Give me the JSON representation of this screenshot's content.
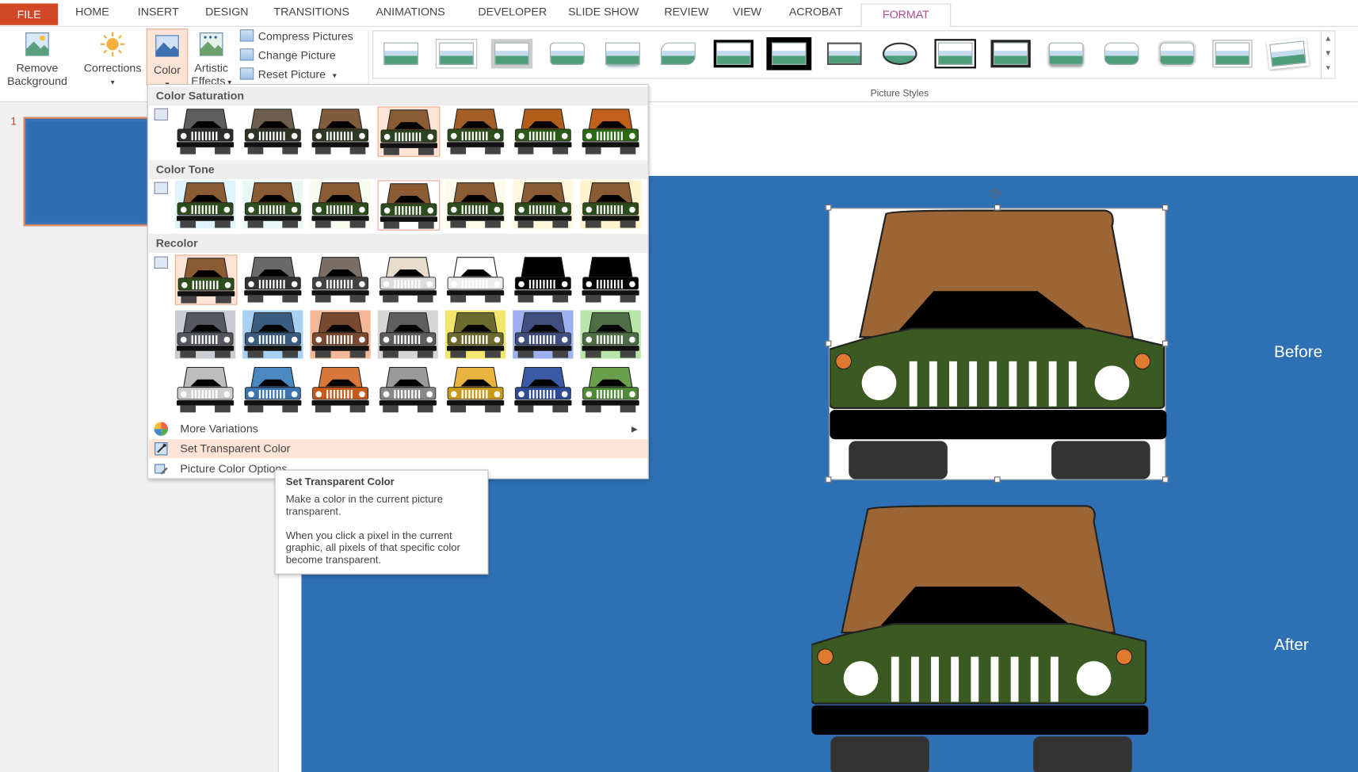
{
  "tabs": {
    "file": "FILE",
    "items": [
      "HOME",
      "INSERT",
      "DESIGN",
      "TRANSITIONS",
      "ANIMATIONS",
      "DEVELOPER",
      "SLIDE SHOW",
      "REVIEW",
      "VIEW",
      "ACROBAT"
    ],
    "active": "FORMAT"
  },
  "ribbon": {
    "remove_background": [
      "Remove",
      "Background"
    ],
    "corrections": "Corrections",
    "color": "Color",
    "artistic_effects": [
      "Artistic",
      "Effects"
    ],
    "compress_pictures": "Compress Pictures",
    "change_picture": "Change Picture",
    "reset_picture": "Reset Picture",
    "picture_styles_label": "Picture Styles"
  },
  "thumbnails": {
    "slide_number": "1"
  },
  "color_menu": {
    "color_saturation": "Color Saturation",
    "color_tone": "Color Tone",
    "recolor": "Recolor",
    "more_variations": "More Variations",
    "set_transparent_color": "Set Transparent Color",
    "picture_color_options": "Picture Color Options...",
    "saturation_bodies": [
      "#5e5e5e",
      "#6e5e4e",
      "#7e5c3c",
      "#8b5c33",
      "#a45d24",
      "#b35f1c",
      "#c0601a"
    ],
    "saturation_grilles": [
      "#2c2c2c",
      "#2d3326",
      "#2f3a26",
      "#2e4421",
      "#2d4d1d",
      "#2d5a1a",
      "#2d6a17"
    ],
    "tone_backgrounds": [
      "#dff4fb",
      "#eaf8f5",
      "#f5fbee",
      "#ffffff",
      "#fdfbe9",
      "#fff8dc",
      "#fff3cc"
    ],
    "recolor_row1": [
      "#8b5c33",
      "#6a6a6a",
      "#7a6e65",
      "#e8dccd",
      "#ffffff",
      "#000000",
      "#000000"
    ],
    "recolor_row2_bodies": [
      "#55585e",
      "#3a5c80",
      "#7a4a30",
      "#5e5e5e",
      "#6c6a2c",
      "#3f4f80",
      "#4e6e46"
    ],
    "recolor_row2_bgs": [
      "#c9ccd2",
      "#a8d0f2",
      "#f5b896",
      "#d6d6d6",
      "#f3e66c",
      "#9cb0f0",
      "#b8e5a8"
    ],
    "recolor_row3_bodies": [
      "#bdbdbd",
      "#4a88c2",
      "#d8773a",
      "#9a9a9a",
      "#e8b43e",
      "#3a5aa6",
      "#6aa04a"
    ],
    "recolor_row3_grilles": [
      "#cfcfcf",
      "#3975b2",
      "#c65a18",
      "#888888",
      "#c99a18",
      "#2d4a98",
      "#4f8a34"
    ]
  },
  "tooltip": {
    "title": "Set Transparent Color",
    "line1": "Make a color in the current picture transparent.",
    "line2": "When you click a pixel in the current graphic, all pixels of that specific color become transparent."
  },
  "slide": {
    "before_label": "Before",
    "after_label": "After",
    "background": "#2e70b4",
    "jeep_body": "#9b6535",
    "jeep_grille": "#3a5a22"
  }
}
